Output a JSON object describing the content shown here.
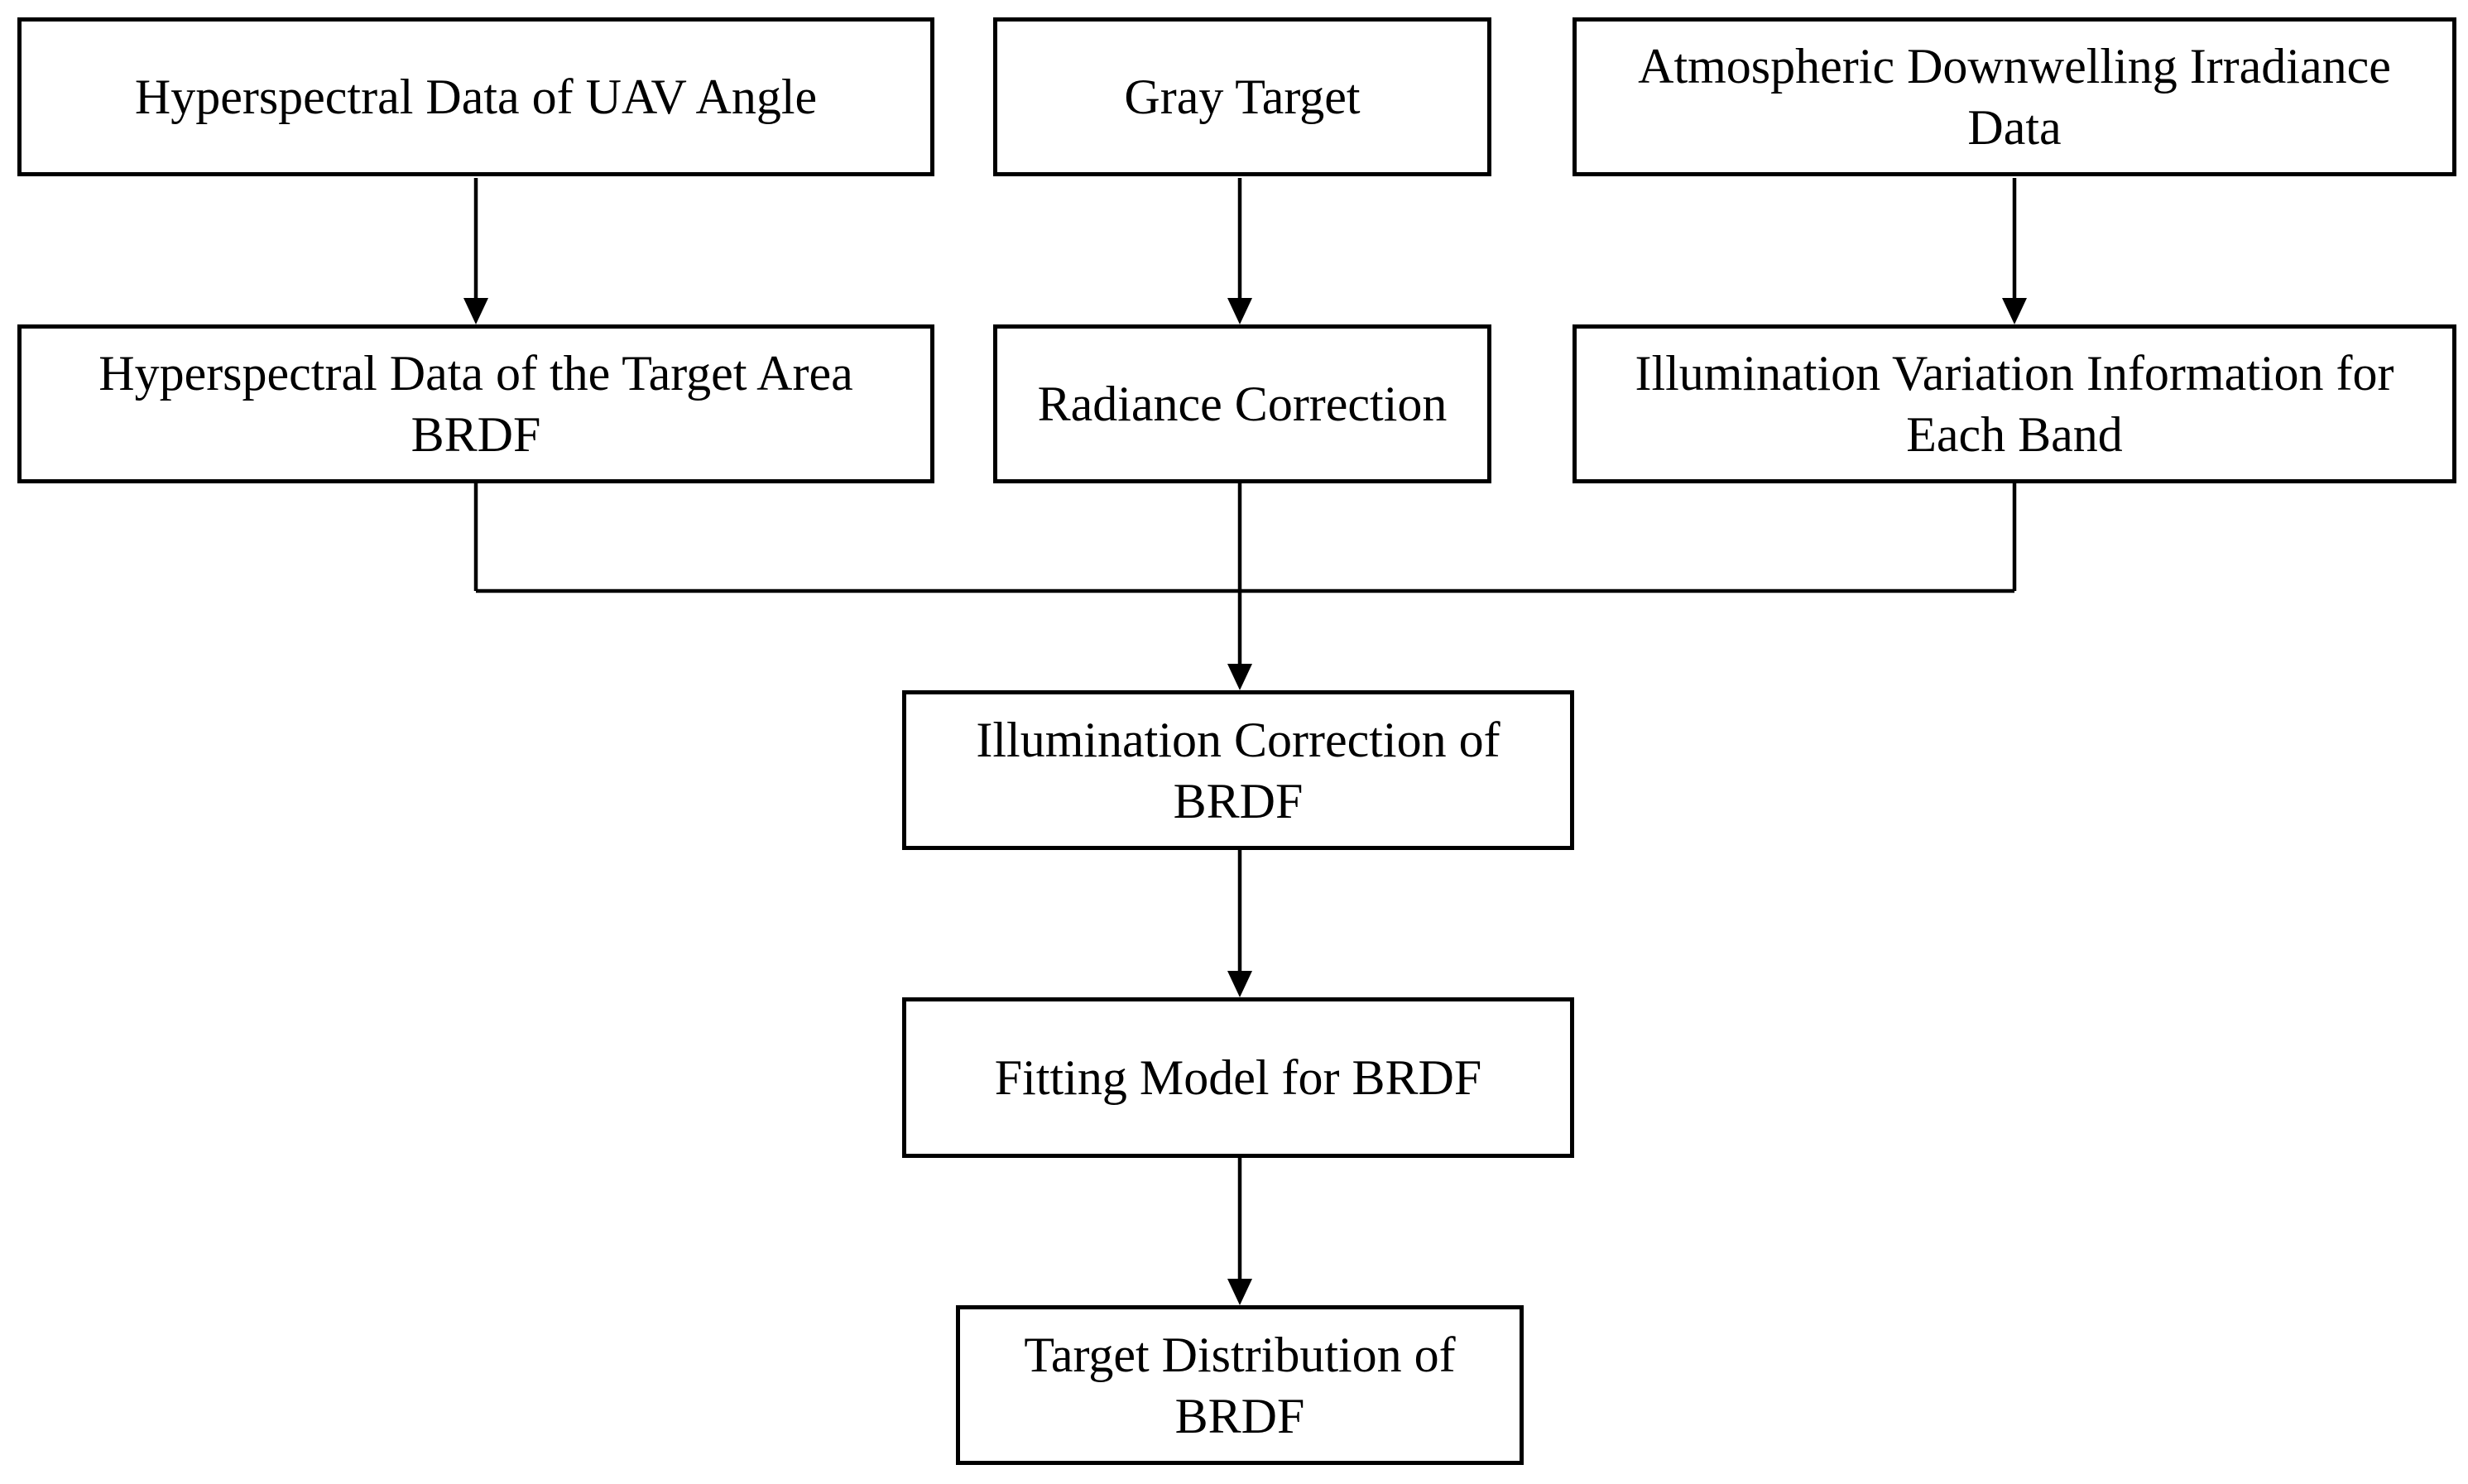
{
  "diagram_type": "flowchart",
  "colors": {
    "background": "#ffffff",
    "box_fill": "#ffffff",
    "box_border": "#000000",
    "text": "#000000",
    "connector": "#000000"
  },
  "nodes": {
    "uav_angle": {
      "lines": [
        "Hyperspectral Data of UAV Angle"
      ]
    },
    "gray_target": {
      "lines": [
        "Gray Target"
      ]
    },
    "atmos_irradiance": {
      "lines": [
        "Atmospheric Downwelling Irradiance",
        "Data"
      ]
    },
    "target_area_brdf": {
      "lines": [
        "Hyperspectral Data of the Target Area",
        "BRDF"
      ]
    },
    "radiance_correction": {
      "lines": [
        "Radiance Correction"
      ]
    },
    "illum_variation": {
      "lines": [
        "Illumination Variation Information for",
        "Each Band"
      ]
    },
    "illum_correction": {
      "lines": [
        "Illumination Correction of",
        "BRDF"
      ]
    },
    "fitting_model": {
      "lines": [
        "Fitting Model for BRDF"
      ]
    },
    "target_distribution": {
      "lines": [
        "Target Distribution of",
        "BRDF"
      ]
    }
  },
  "edges": [
    {
      "from": "Hyperspectral Data of UAV Angle",
      "to": "Hyperspectral Data of the Target Area BRDF"
    },
    {
      "from": "Gray Target",
      "to": "Radiance Correction"
    },
    {
      "from": "Atmospheric Downwelling Irradiance Data",
      "to": "Illumination Variation Information for Each Band"
    },
    {
      "from": "Hyperspectral Data of the Target Area BRDF",
      "to": "Illumination Correction of BRDF"
    },
    {
      "from": "Radiance Correction",
      "to": "Illumination Correction of BRDF"
    },
    {
      "from": "Illumination Variation Information for Each Band",
      "to": "Illumination Correction of BRDF"
    },
    {
      "from": "Illumination Correction of BRDF",
      "to": "Fitting Model for BRDF"
    },
    {
      "from": "Fitting Model for BRDF",
      "to": "Target Distribution of BRDF"
    }
  ]
}
